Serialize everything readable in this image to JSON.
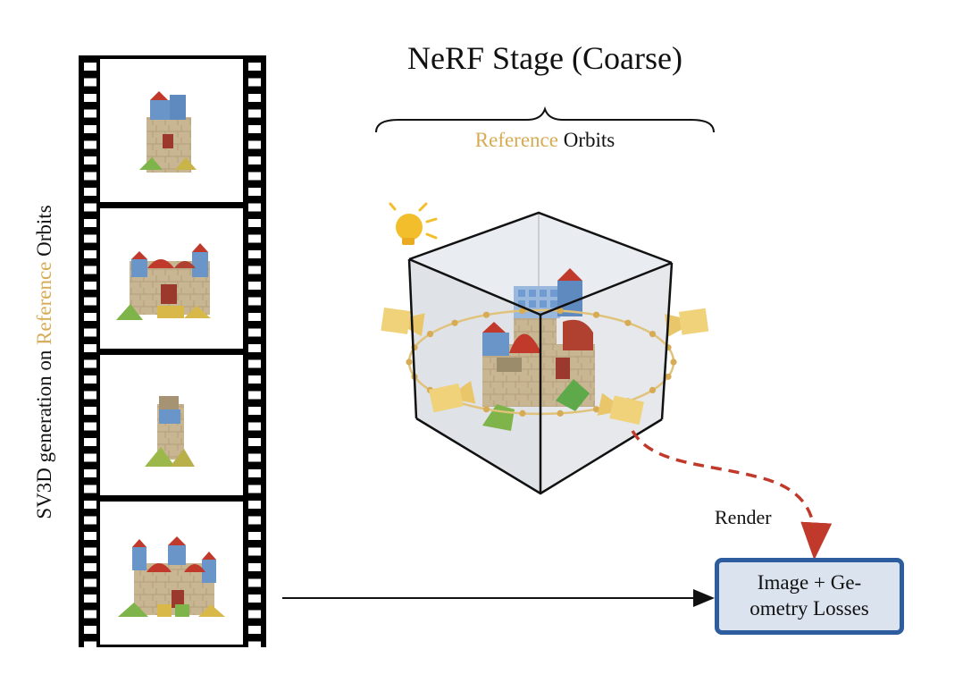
{
  "title": "NeRF Stage (Coarse)",
  "orbits_label": {
    "highlight": "Reference",
    "rest": " Orbits"
  },
  "side_label": {
    "prefix": "SV3D generation on ",
    "highlight": "Reference",
    "suffix": " Orbits"
  },
  "render_label": "Render",
  "loss_box": {
    "label": "Image + Ge-ometry Losses"
  },
  "film_frames": [
    "castle-view-1",
    "castle-view-2",
    "castle-view-3",
    "castle-view-4"
  ],
  "icons": [
    "light-bulb-icon",
    "camera-icon"
  ],
  "colors": {
    "accent_gold": "#d6ab54",
    "render_arrow": "#c0392b",
    "loss_box_border": "#2d5d9e",
    "loss_box_fill": "#dbe3ef",
    "camera": "#f0d27a"
  }
}
